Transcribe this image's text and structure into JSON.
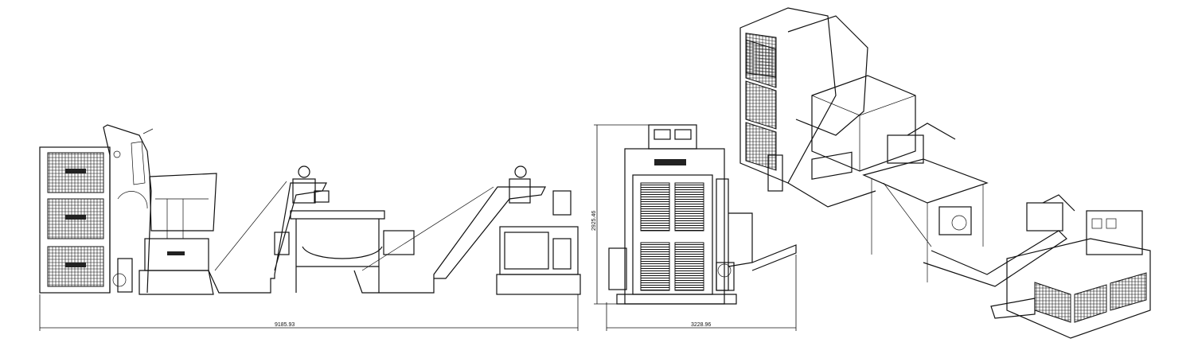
{
  "drawing": {
    "views": [
      "side-elevation",
      "end-elevation",
      "isometric"
    ],
    "dimensions": {
      "overall_length": "9185.93",
      "end_width": "3228.96",
      "overall_height": "2925.46"
    },
    "line_color": "#111111",
    "background": "#ffffff"
  }
}
